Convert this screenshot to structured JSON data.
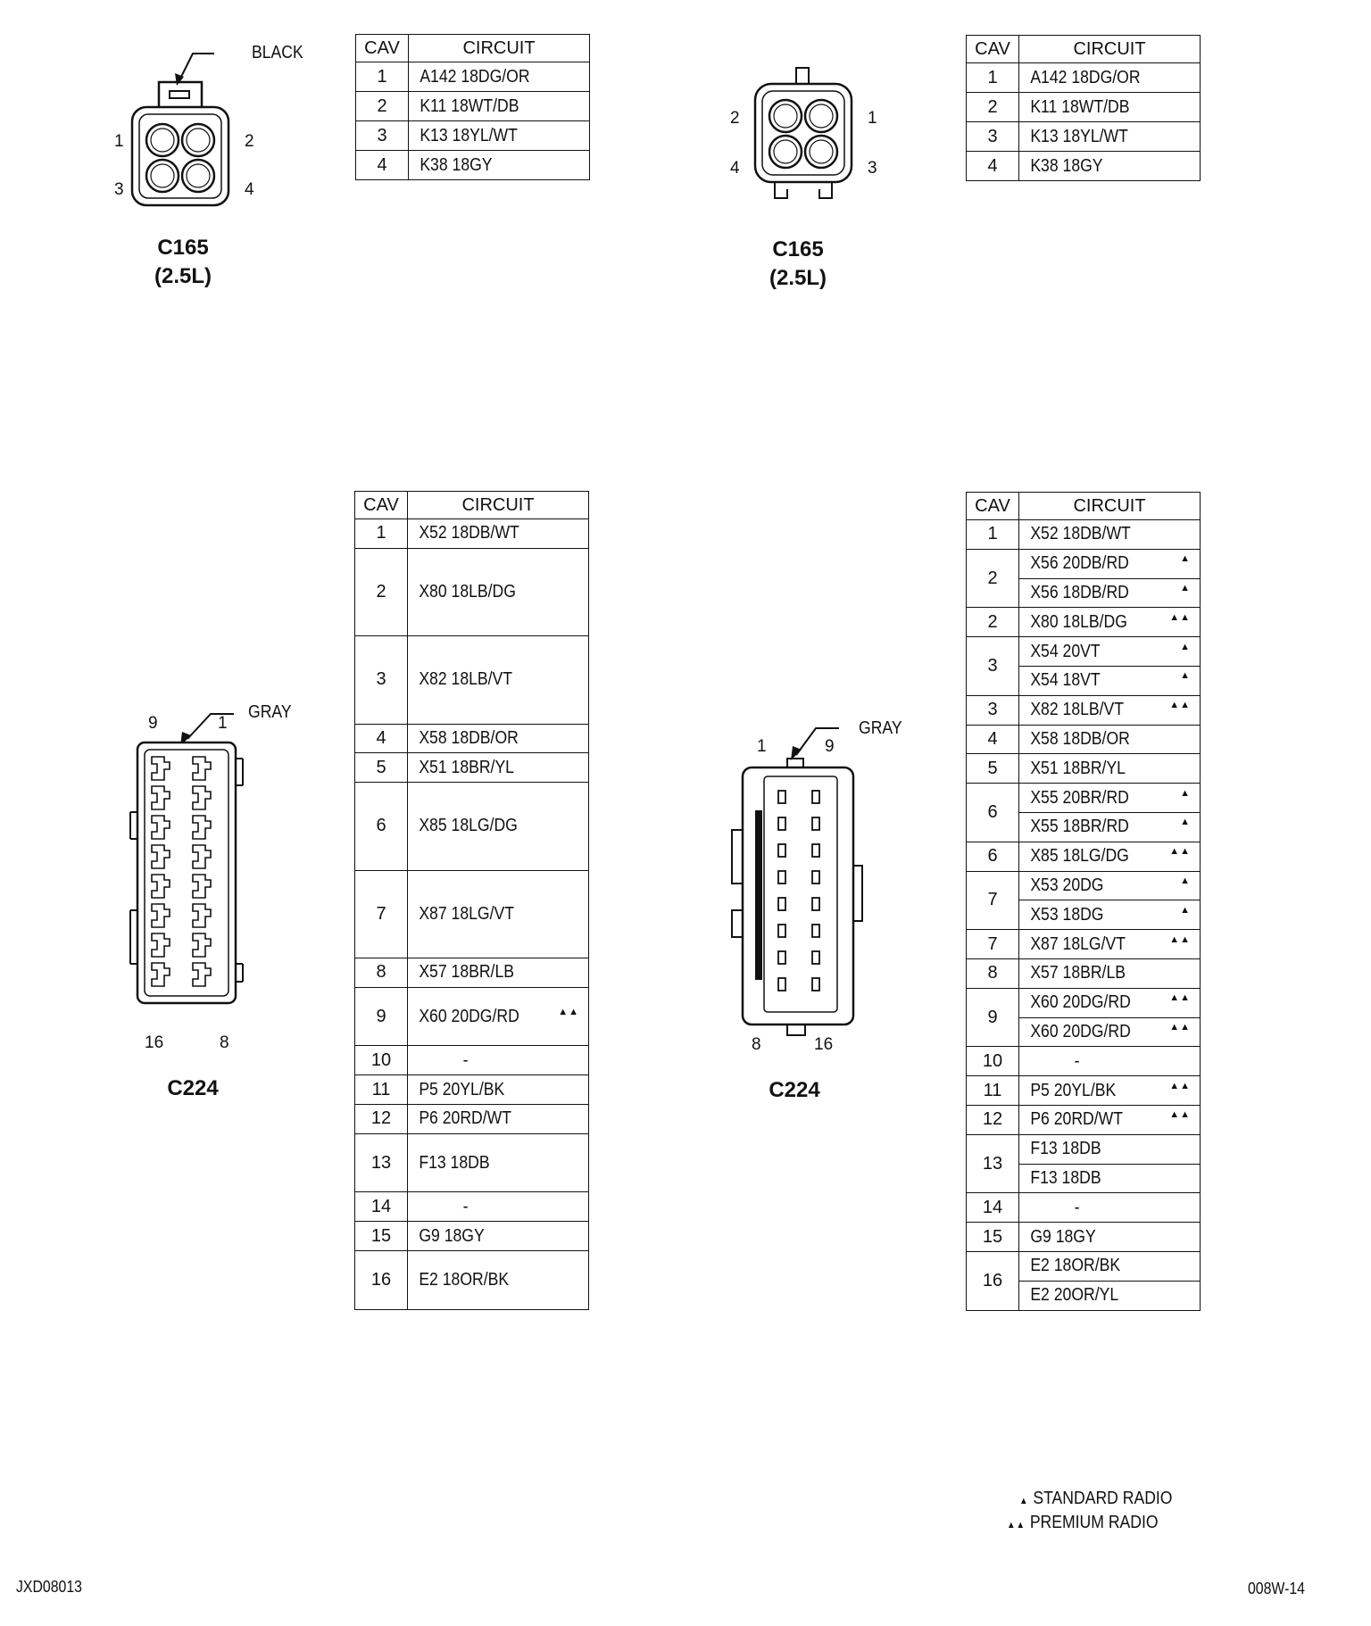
{
  "c165_left": {
    "color_label": "BLACK",
    "name": "C165",
    "subname": "(2.5L)",
    "pins": [
      "1",
      "2",
      "3",
      "4"
    ]
  },
  "c165_right": {
    "name": "C165",
    "subname": "(2.5L)",
    "pins": [
      "2",
      "1",
      "4",
      "3"
    ]
  },
  "c224_left": {
    "color_label": "GRAY",
    "name": "C224",
    "pins": [
      "9",
      "1",
      "16",
      "8"
    ]
  },
  "c224_right": {
    "color_label": "GRAY",
    "name": "C224",
    "pins": [
      "1",
      "9",
      "8",
      "16"
    ]
  },
  "table_headers": {
    "cav": "CAV",
    "circuit": "CIRCUIT"
  },
  "table_c165": [
    {
      "cav": "1",
      "circuit": "A142 18DG/OR"
    },
    {
      "cav": "2",
      "circuit": "K11 18WT/DB"
    },
    {
      "cav": "3",
      "circuit": "K13 18YL/WT"
    },
    {
      "cav": "4",
      "circuit": "K38 18GY"
    }
  ],
  "table_c224_left": [
    {
      "cav": "1",
      "circuit": "X52 18DB/WT",
      "mark": "",
      "h": 1
    },
    {
      "cav": "2",
      "circuit": "X80 18LB/DG",
      "mark": "",
      "h": 3
    },
    {
      "cav": "3",
      "circuit": "X82 18LB/VT",
      "mark": "",
      "h": 3
    },
    {
      "cav": "4",
      "circuit": "X58 18DB/OR",
      "mark": "",
      "h": 1
    },
    {
      "cav": "5",
      "circuit": "X51 18BR/YL",
      "mark": "",
      "h": 1
    },
    {
      "cav": "6",
      "circuit": "X85 18LG/DG",
      "mark": "",
      "h": 3
    },
    {
      "cav": "7",
      "circuit": "X87 18LG/VT",
      "mark": "",
      "h": 3
    },
    {
      "cav": "8",
      "circuit": "X57 18BR/LB",
      "mark": "",
      "h": 1
    },
    {
      "cav": "9",
      "circuit": "X60 20DG/RD",
      "mark": "▲▲",
      "h": 2
    },
    {
      "cav": "10",
      "circuit": "-",
      "mark": "",
      "h": 1
    },
    {
      "cav": "11",
      "circuit": "P5 20YL/BK",
      "mark": "",
      "h": 1
    },
    {
      "cav": "12",
      "circuit": "P6 20RD/WT",
      "mark": "",
      "h": 1
    },
    {
      "cav": "13",
      "circuit": "F13 18DB",
      "mark": "",
      "h": 2
    },
    {
      "cav": "14",
      "circuit": "-",
      "mark": "",
      "h": 1
    },
    {
      "cav": "15",
      "circuit": "G9 18GY",
      "mark": "",
      "h": 1
    },
    {
      "cav": "16",
      "circuit": "E2 18OR/BK",
      "mark": "",
      "h": 2
    }
  ],
  "table_c224_right": [
    {
      "cav": "1",
      "rows": [
        {
          "circuit": "X52 18DB/WT",
          "mark": ""
        }
      ]
    },
    {
      "cav": "2",
      "rows": [
        {
          "circuit": "X56 20DB/RD",
          "mark": "▲"
        },
        {
          "circuit": "X56 18DB/RD",
          "mark": "▲"
        }
      ]
    },
    {
      "cav": "2",
      "rows": [
        {
          "circuit": "X80 18LB/DG",
          "mark": "▲▲"
        }
      ]
    },
    {
      "cav": "3",
      "rows": [
        {
          "circuit": "X54 20VT",
          "mark": "▲"
        },
        {
          "circuit": "X54 18VT",
          "mark": "▲"
        }
      ]
    },
    {
      "cav": "3",
      "rows": [
        {
          "circuit": "X82 18LB/VT",
          "mark": "▲▲"
        }
      ]
    },
    {
      "cav": "4",
      "rows": [
        {
          "circuit": "X58 18DB/OR",
          "mark": ""
        }
      ]
    },
    {
      "cav": "5",
      "rows": [
        {
          "circuit": "X51  18BR/YL",
          "mark": ""
        }
      ]
    },
    {
      "cav": "6",
      "rows": [
        {
          "circuit": "X55 20BR/RD",
          "mark": "▲"
        },
        {
          "circuit": "X55 18BR/RD",
          "mark": "▲"
        }
      ]
    },
    {
      "cav": "6",
      "rows": [
        {
          "circuit": "X85 18LG/DG",
          "mark": "▲▲"
        }
      ]
    },
    {
      "cav": "7",
      "rows": [
        {
          "circuit": "X53 20DG",
          "mark": "▲"
        },
        {
          "circuit": "X53 18DG",
          "mark": "▲"
        }
      ]
    },
    {
      "cav": "7",
      "rows": [
        {
          "circuit": "X87 18LG/VT",
          "mark": "▲▲"
        }
      ]
    },
    {
      "cav": "8",
      "rows": [
        {
          "circuit": "X57 18BR/LB",
          "mark": ""
        }
      ]
    },
    {
      "cav": "9",
      "rows": [
        {
          "circuit": "X60 20DG/RD",
          "mark": "▲▲"
        },
        {
          "circuit": "X60 20DG/RD",
          "mark": "▲▲"
        }
      ]
    },
    {
      "cav": "10",
      "rows": [
        {
          "circuit": "-",
          "mark": ""
        }
      ]
    },
    {
      "cav": "11",
      "rows": [
        {
          "circuit": "P5 20YL/BK",
          "mark": "▲▲"
        }
      ]
    },
    {
      "cav": "12",
      "rows": [
        {
          "circuit": "P6 20RD/WT",
          "mark": "▲▲"
        }
      ]
    },
    {
      "cav": "13",
      "rows": [
        {
          "circuit": "F13 18DB",
          "mark": ""
        },
        {
          "circuit": "F13 18DB",
          "mark": ""
        }
      ]
    },
    {
      "cav": "14",
      "rows": [
        {
          "circuit": "-",
          "mark": ""
        }
      ]
    },
    {
      "cav": "15",
      "rows": [
        {
          "circuit": "G9 18GY",
          "mark": ""
        }
      ]
    },
    {
      "cav": "16",
      "rows": [
        {
          "circuit": "E2 18OR/BK",
          "mark": ""
        },
        {
          "circuit": "E2 20OR/YL",
          "mark": ""
        }
      ]
    }
  ],
  "legend": [
    {
      "mark": "▲",
      "text": "STANDARD RADIO"
    },
    {
      "mark": "▲▲",
      "text": "PREMIUM RADIO"
    }
  ],
  "footer": {
    "left_code": "JXD08013",
    "right_code": "008W-14"
  }
}
